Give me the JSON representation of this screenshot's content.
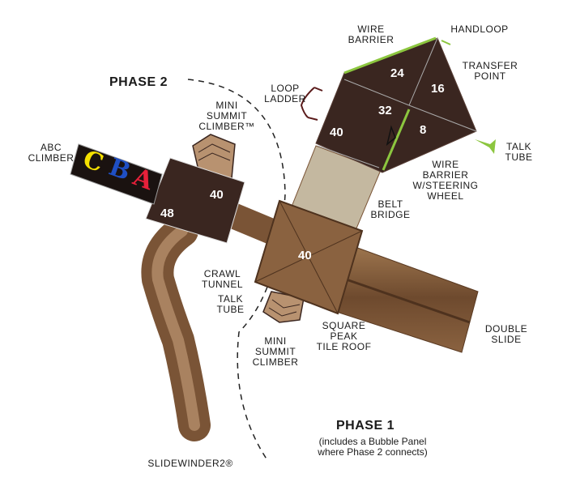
{
  "title": {
    "phase2": "PHASE 2",
    "phase1": "PHASE 1",
    "phase1_note": "(includes a Bubble Panel\nwhere Phase 2 connects)"
  },
  "labels": {
    "wire_barrier": "WIRE\nBARRIER",
    "handloop": "HANDLOOP",
    "transfer_point": "TRANSFER\nPOINT",
    "loop_ladder": "LOOP\nLADDER",
    "talk_tube_right": "TALK\nTUBE",
    "wire_barrier_steering": "WIRE\nBARRIER\nW/STEERING\nWHEEL",
    "belt_bridge": "BELT\nBRIDGE",
    "mini_summit_climber_tm": "MINI\nSUMMIT\nCLIMBER™",
    "abc_climber": "ABC\nCLIMBER",
    "crawl_tunnel": "CRAWL\nTUNNEL",
    "talk_tube_left": "TALK\nTUBE",
    "mini_summit_climber": "MINI\nSUMMIT\nCLIMBER",
    "square_peak_tile_roof": "SQUARE\nPEAK\nTILE ROOF",
    "double_slide": "DOUBLE\nSLIDE",
    "slidewinder": "SLIDEWINDER2®"
  },
  "deck_heights": {
    "upper_top": "24",
    "upper_right": "16",
    "upper_center": "32",
    "upper_low": "8",
    "upper_left": "40",
    "left_right": "40",
    "left_left": "48",
    "center": "40"
  },
  "abc_letters": [
    "C",
    "B",
    "A"
  ],
  "colors": {
    "deck": "#3a2620",
    "slide": "#8a6240",
    "bridge": "#c4b8a0",
    "wire": "#8cc63f",
    "letter_c": "#f5e000",
    "letter_b": "#1f4fc4",
    "letter_a": "#e8203a"
  }
}
